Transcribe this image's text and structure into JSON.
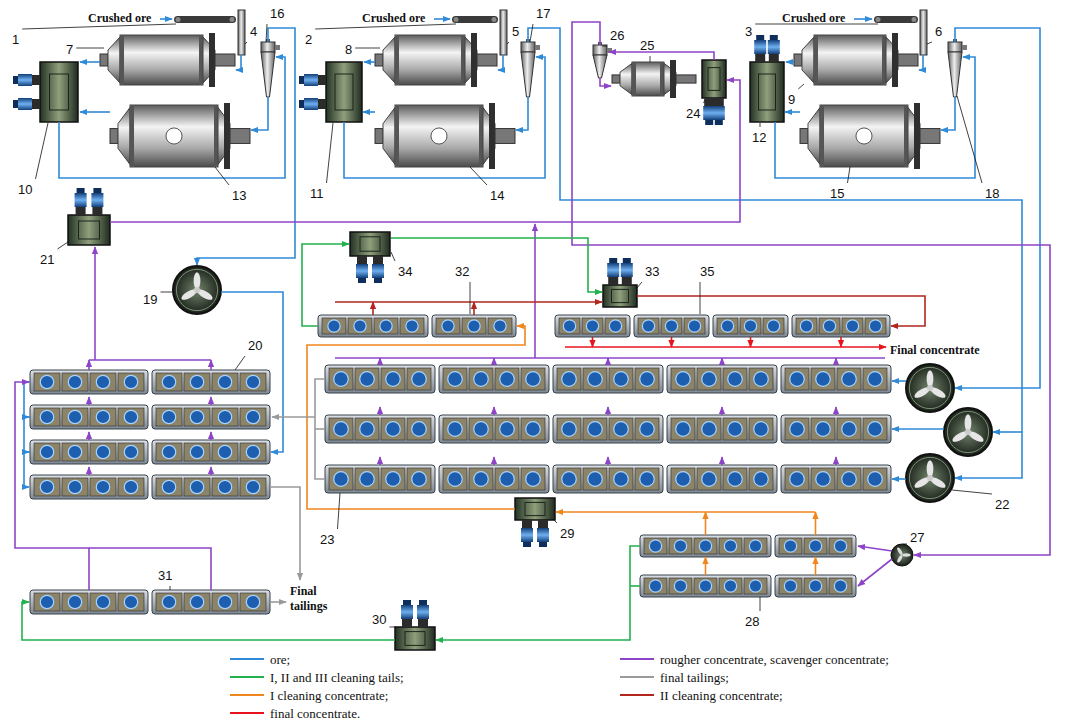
{
  "diagram": {
    "labels": [
      "Crushed ore",
      "1",
      "7",
      "4",
      "16",
      "Crushed ore",
      "2",
      "8",
      "5",
      "17",
      "26",
      "25",
      "Crushed ore",
      "3",
      "9",
      "6",
      "10",
      "13",
      "11",
      "14",
      "12",
      "24",
      "15",
      "18",
      "21",
      "19",
      "34",
      "32",
      "33",
      "35",
      "22",
      "20",
      "Final concentrate",
      "23",
      "29",
      "28",
      "27",
      "31",
      "30",
      "Final tailings"
    ],
    "legend": [
      {
        "text": "ore;",
        "color": "#2f8ad8"
      },
      {
        "text": "rougher concentrate, scavenger concentrate;",
        "color": "#8e44c8"
      },
      {
        "text": "I, II and III cleaning tails;",
        "color": "#22b14c"
      },
      {
        "text": "final tailings;",
        "color": "#9a9a9a"
      },
      {
        "text": "I cleaning concentrate;",
        "color": "#f0861e"
      },
      {
        "text": "II cleaning concentrate;",
        "color": "#b3261e"
      },
      {
        "text": "final concentrate.",
        "color": "#e8141c"
      }
    ]
  }
}
